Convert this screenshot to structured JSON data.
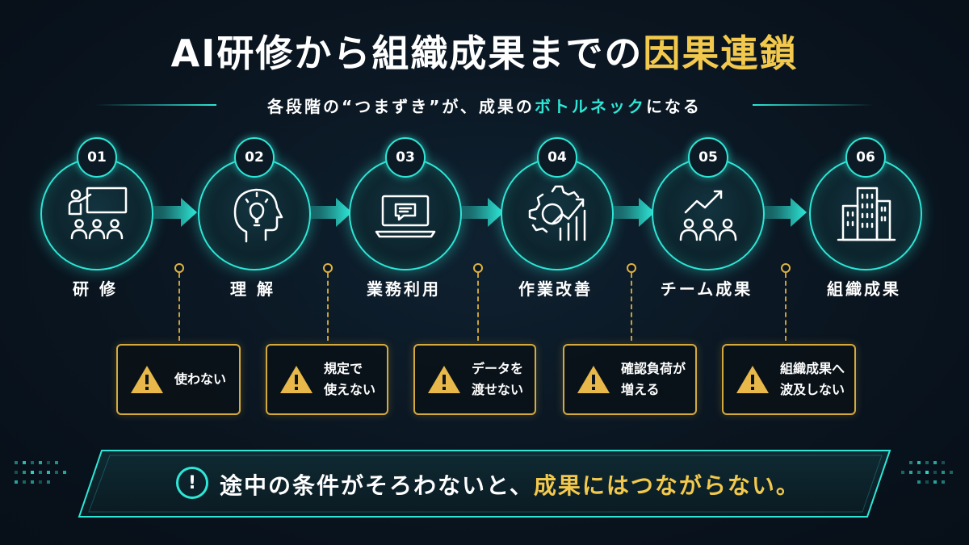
{
  "title": {
    "main": "AI研修から組織成果までの",
    "highlight": "因果連鎖"
  },
  "subtitle": {
    "before": "各段階の“つまずき”が、成果の",
    "highlight": "ボトルネック",
    "after": "になる"
  },
  "stages": [
    {
      "number": "01",
      "label": "研 修",
      "icon": "presentation-audience-icon"
    },
    {
      "number": "02",
      "label": "理 解",
      "icon": "head-lightbulb-icon"
    },
    {
      "number": "03",
      "label": "業務利用",
      "icon": "laptop-chat-icon"
    },
    {
      "number": "04",
      "label": "作業改善",
      "icon": "gear-growth-chart-icon"
    },
    {
      "number": "05",
      "label": "チーム成果",
      "icon": "team-growth-icon"
    },
    {
      "number": "06",
      "label": "組織成果",
      "icon": "office-building-icon"
    }
  ],
  "warnings": [
    {
      "line1": "使わない",
      "line2": ""
    },
    {
      "line1": "規定で",
      "line2": "使えない"
    },
    {
      "line1": "データを",
      "line2": "渡せない"
    },
    {
      "line1": "確認負荷が",
      "line2": "増える"
    },
    {
      "line1": "組織成果へ",
      "line2": "波及しない"
    }
  ],
  "banner": {
    "before": "途中の条件がそろわないと、",
    "highlight": "成果にはつながらない。",
    "icon": "exclamation-circle-icon"
  },
  "colors": {
    "accent": "#2ee6d6",
    "warning": "#d4aa3e",
    "highlight": "#f2c94c",
    "background": "#0a1520"
  }
}
